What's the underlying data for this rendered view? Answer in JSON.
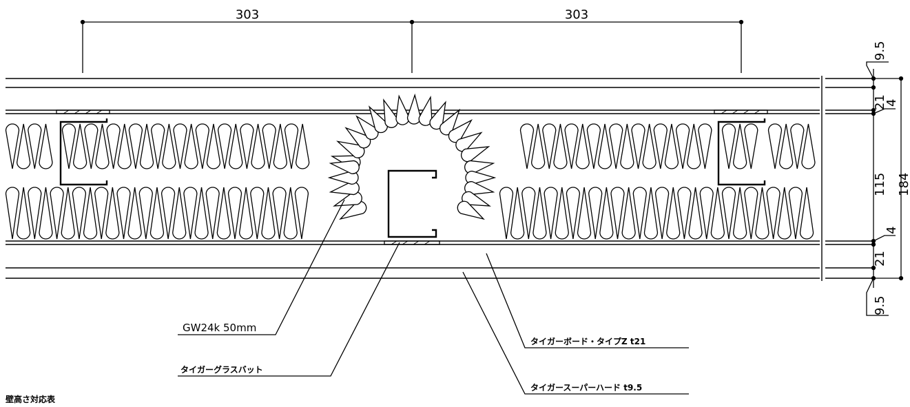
{
  "dimensions": {
    "top_spacing_left": "303",
    "top_spacing_right": "303",
    "board_top_thickness": "9.5",
    "board_bottom_thickness": "9.5",
    "tiger_board_top": "21",
    "tiger_board_bottom": "21",
    "rail_top": "4",
    "rail_bottom": "4",
    "stud_depth": "115",
    "total_thickness": "184"
  },
  "labels": {
    "glass_wool": "GW24k 50mm",
    "glass_batt": "タイガーグラスバット",
    "board_type_z": "タイガーボード・タイプZ t21",
    "super_hard": "タイガースーパーハード t9.5"
  },
  "footer": {
    "wall_height_table": "壁高さ対応表"
  },
  "colors": {
    "line": "#000000",
    "background": "#ffffff"
  }
}
